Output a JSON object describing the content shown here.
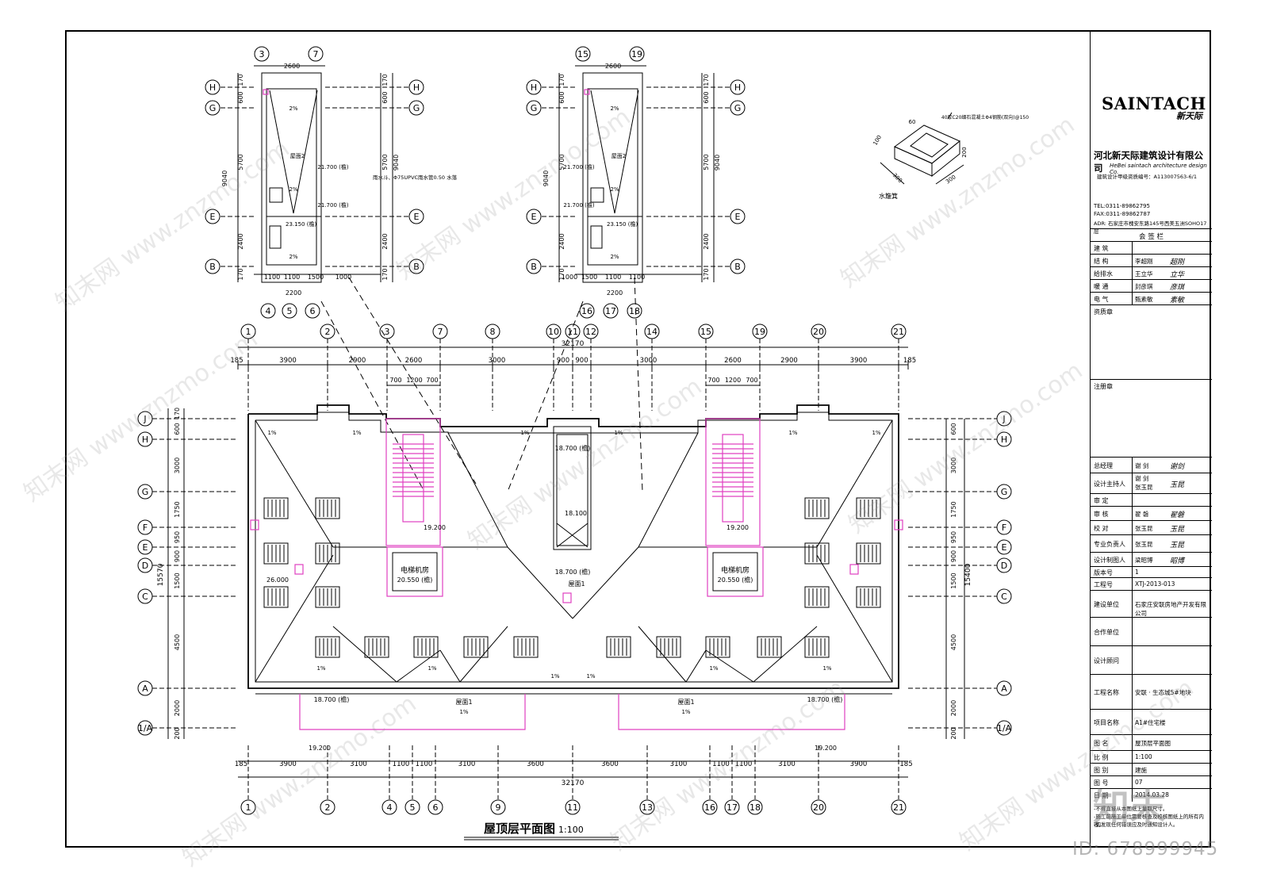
{
  "drawing": {
    "main_title": "屋顶层平面图",
    "main_scale": "1:100",
    "top_axes_main": [
      "1",
      "2",
      "3",
      "7",
      "8",
      "10",
      "11",
      "12",
      "14",
      "15",
      "19",
      "20",
      "21"
    ],
    "bottom_axes_main": [
      "1",
      "2",
      "4",
      "5",
      "6",
      "9",
      "11",
      "13",
      "16",
      "17",
      "18",
      "20",
      "21"
    ],
    "side_axes": [
      "J",
      "H",
      "G",
      "F",
      "E",
      "D",
      "C",
      "A",
      "1/A"
    ],
    "top_dims_main": [
      "185",
      "3900",
      "2900",
      "2600",
      "3000",
      "900",
      "900",
      "3000",
      "2600",
      "2900",
      "3900",
      "185"
    ],
    "top_total": "32170",
    "bottom_dims_main": [
      "185",
      "3900",
      "3100",
      "1100",
      "1100",
      "3100",
      "3600",
      "3600",
      "3100",
      "1100",
      "1100",
      "3100",
      "3900",
      "185"
    ],
    "bottom_total": "32170",
    "left_dims": [
      "170",
      "600",
      "3000",
      "1750",
      "950",
      "900",
      "1500",
      "4500",
      "2000",
      "200"
    ],
    "left_total": "15570",
    "right_dims": [
      "600",
      "3000",
      "1750",
      "950",
      "900",
      "1500",
      "4500",
      "2000",
      "200"
    ],
    "right_total": "15400",
    "elevations": [
      "18.700 (檐)",
      "19.200",
      "18.100",
      "20.550 (檐)",
      "26.000",
      "21.700 (檐)",
      "23.150 (檐)"
    ],
    "room_labels": [
      "电梯机房",
      "屋面1",
      "屋面2"
    ],
    "slope_label": "1%",
    "detail_left_axes_top": [
      "3",
      "7"
    ],
    "detail_left_axes_bottom": [
      "4",
      "5",
      "6"
    ],
    "detail_right_axes_top": [
      "15",
      "19"
    ],
    "detail_right_axes_bottom": [
      "16",
      "17",
      "18"
    ],
    "detail_side_axes": [
      "H",
      "G",
      "E",
      "B"
    ],
    "detail_dims_vertical": [
      "170",
      "600",
      "5700",
      "9040",
      "2400",
      "170"
    ],
    "detail_dims_bottom": [
      "1100",
      "1100",
      "1500",
      "1000",
      "2200"
    ],
    "detail_right_dims_bottom": [
      "1000",
      "1500",
      "1100",
      "1100",
      "2200"
    ],
    "detail_top_dim": "2600",
    "detail_note": "雨水斗、Φ75UPVC雨水管0.50 水落",
    "iso_label": "水簸箕",
    "iso_dims": [
      "60",
      "100",
      "300",
      "300",
      "200"
    ],
    "iso_note": "40厚C20细石混凝土Φ4钢筋(双向)@150"
  },
  "title_block": {
    "logo": "SAINTACH",
    "logo_sub": "新天际",
    "company": "河北新天际建筑设计有限公司",
    "company_en": "HeBei saintach architecture design Co.",
    "license": "建筑设计甲级资质编号：A113007563-6/1",
    "tel": "TEL:0311-89862795",
    "fax": "FAX:0311-89862787",
    "adr": "ADR: 石家庄市槐安东路145号西美五洲SOHO17层",
    "countersign": "会 签 栏",
    "sign_rows": [
      {
        "label": "建 筑",
        "name": "",
        "sig": ""
      },
      {
        "label": "结 构",
        "name": "李超刚",
        "sig": "超刚"
      },
      {
        "label": "给排水",
        "name": "王立华",
        "sig": "立华"
      },
      {
        "label": "暖 通",
        "name": "封彦琪",
        "sig": "彦琪"
      },
      {
        "label": "电 气",
        "name": "甄素敏",
        "sig": "素敏"
      }
    ],
    "qual_label": "资质章",
    "reg_label": "注册章",
    "staff_rows": [
      {
        "label": "总经理",
        "name": "谢 剑",
        "sig": "谢剑"
      },
      {
        "label": "设计主持人",
        "name": "谢 剑\n张玉昆",
        "sig": "玉昆"
      },
      {
        "label": "审 定",
        "name": "",
        "sig": ""
      },
      {
        "label": "审 核",
        "name": "翟 磐",
        "sig": "翟磐"
      },
      {
        "label": "校 对",
        "name": "张玉昆",
        "sig": "玉昆"
      },
      {
        "label": "专业负责人",
        "name": "张玉昆",
        "sig": "玉昆"
      },
      {
        "label": "设计制图人",
        "name": "梁昭博",
        "sig": "昭博"
      },
      {
        "label": "版本号",
        "name": "1",
        "sig": ""
      },
      {
        "label": "工程号",
        "name": "XTJ-2013-013",
        "sig": ""
      }
    ],
    "client_label": "建设单位",
    "client": "石家庄安联房地产开发有限公司",
    "partner_label": "合作单位",
    "consult_label": "设计顾问",
    "project_label": "工程名称",
    "project": "安联 · 生态城5#地块",
    "item_label": "项目名称",
    "item": "A1#住宅楼",
    "dwg_label": "图 名",
    "dwg": "屋顶层平面图",
    "scale_label": "比 例",
    "scale": "1:100",
    "type_label": "图 别",
    "type": "建施",
    "no_label": "图 号",
    "no": "07",
    "date_label": "日 期",
    "date": "2014.03.28",
    "notes": [
      "-不得直接从本图纸上量取尺寸。",
      "-施工前施工单位需要核查及校核图纸上的所有内容。",
      "-如发现任何错误应及时通知设计人。"
    ]
  },
  "watermarks": {
    "site": "知末网 www.znzmo.com",
    "brand": "知末",
    "image_id": "ID: 678999945"
  }
}
